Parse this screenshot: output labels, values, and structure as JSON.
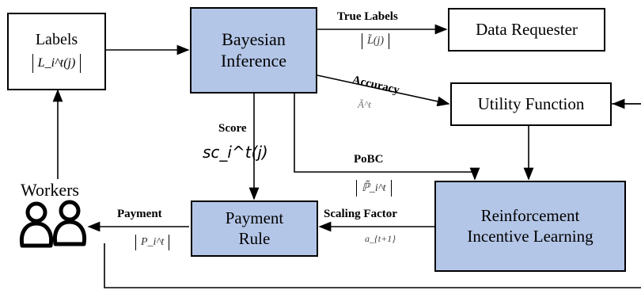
{
  "nodes": {
    "labels": {
      "title": "Labels",
      "formula": "L_i^t(j)"
    },
    "bayesian": {
      "line1": "Bayesian",
      "line2": "Inference"
    },
    "requester": {
      "title": "Data Requester"
    },
    "utility": {
      "title": "Utility Function"
    },
    "payment_rule": {
      "line1": "Payment",
      "line2": "Rule"
    },
    "ril": {
      "line1": "Reinforcement",
      "line2": "Incentive Learning"
    },
    "workers": {
      "title": "Workers"
    }
  },
  "edges": {
    "true_labels": {
      "label": "True Labels",
      "formula": "L̃(j)"
    },
    "accuracy": {
      "label": "Accuracy",
      "formula": "Ã^t"
    },
    "score": {
      "label": "Score",
      "formula": "sc_i^t(j)"
    },
    "pobc": {
      "label": "PoBC",
      "formula": "ℙ̃_i^t"
    },
    "scaling": {
      "label": "Scaling Factor",
      "formula": "a_{t+1}"
    },
    "payment": {
      "label": "Payment",
      "formula": "P_i^t"
    }
  },
  "colors": {
    "block_fill": "#b4c6e7",
    "stroke": "#000000"
  },
  "icons": {
    "workers": "two-person-icon"
  }
}
